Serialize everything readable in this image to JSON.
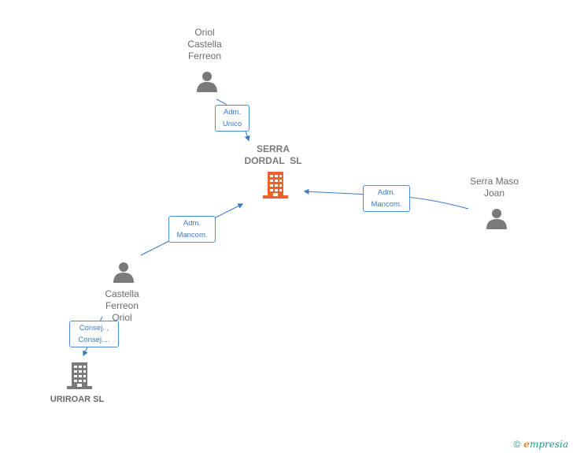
{
  "nodes": {
    "oriol": {
      "lines": [
        "Oriol",
        "Castella",
        "Ferreon"
      ]
    },
    "serra_dordal": {
      "lines": [
        "SERRA",
        "DORDAL  SL"
      ]
    },
    "serra_maso": {
      "lines": [
        "Serra Maso",
        "Joan"
      ]
    },
    "castella": {
      "lines": [
        "Castella",
        "Ferreon",
        "Oriol"
      ]
    },
    "uriroar": {
      "lines": [
        "URIROAR SL"
      ]
    }
  },
  "edges": {
    "oriol_to_serra": {
      "lines": [
        "Adm.",
        "Unico"
      ]
    },
    "maso_to_serra": {
      "lines": [
        "Adm.",
        "Mancom."
      ]
    },
    "castella_to_serra": {
      "lines": [
        "Adm.",
        "Mancom."
      ]
    },
    "castella_to_uriroar": {
      "lines": [
        "Consej. ,",
        "Consej...."
      ]
    }
  },
  "colors": {
    "person": "#7a7a7a",
    "company_main": "#f0602a",
    "company_other": "#7a7a7a",
    "edge": "#3a7bc8"
  },
  "icons": {
    "person": "person-icon",
    "company": "building-icon"
  },
  "brand": {
    "copyright": "©",
    "initial": "e",
    "name": "mpresia"
  }
}
